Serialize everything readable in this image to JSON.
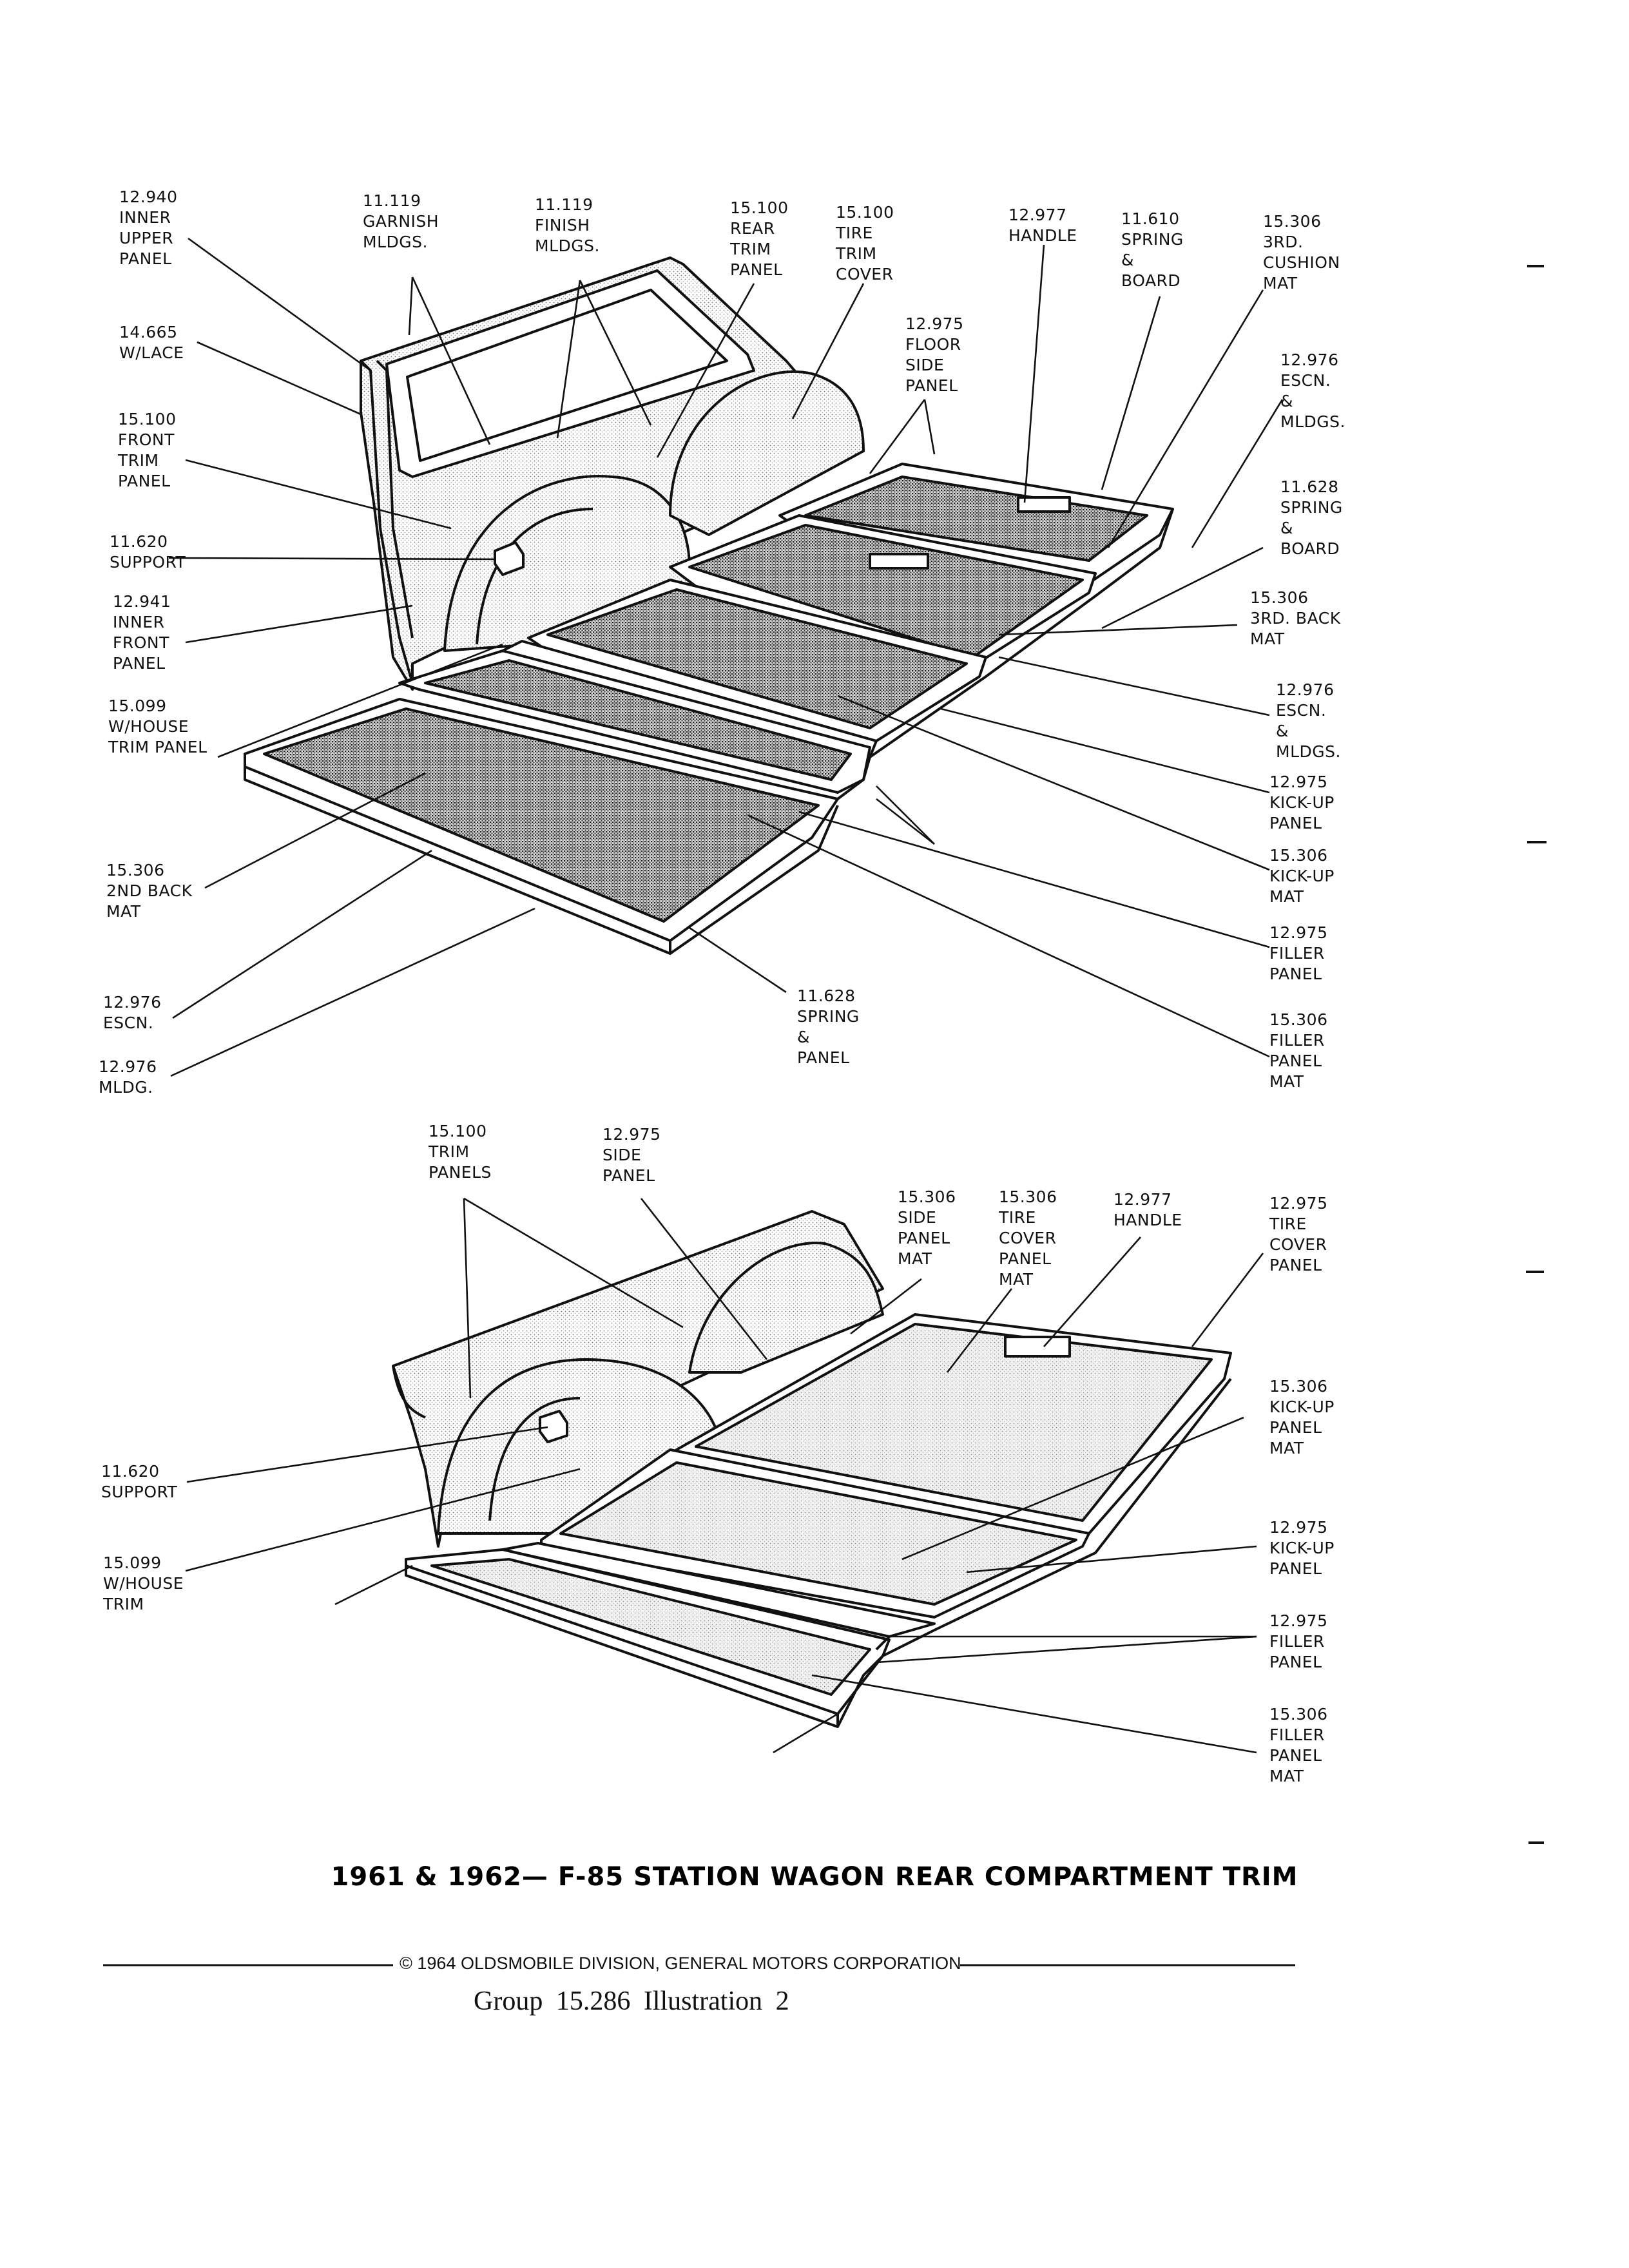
{
  "top_labels": [
    {
      "id": "l1",
      "text": "12.940\nINNER\nUPPER\nPANEL"
    },
    {
      "id": "l2",
      "text": "11.119\nGARNISH\nMLDGS."
    },
    {
      "id": "l3",
      "text": "11.119\nFINISH\nMLDGS."
    },
    {
      "id": "l4",
      "text": "15.100\nREAR\nTRIM\nPANEL"
    },
    {
      "id": "l5",
      "text": "15.100\nTIRE\nTRIM\nCOVER"
    },
    {
      "id": "l6",
      "text": "12.977\nHANDLE"
    },
    {
      "id": "l7",
      "text": "11.610\nSPRING\n&\nBOARD"
    },
    {
      "id": "l8",
      "text": "15.306\n3RD.\nCUSHION\nMAT"
    },
    {
      "id": "l9",
      "text": "14.665\nW/LACE"
    },
    {
      "id": "l10",
      "text": "12.975\nFLOOR\nSIDE\nPANEL"
    },
    {
      "id": "l11",
      "text": "12.976\nESCN.\n&\nMLDGS."
    },
    {
      "id": "l12",
      "text": "15.100\nFRONT\nTRIM\nPANEL"
    },
    {
      "id": "l13",
      "text": "11.628\nSPRING\n&\nBOARD"
    },
    {
      "id": "l14",
      "text": "11.620\nSUPPORT"
    },
    {
      "id": "l15",
      "text": "15.306\n3RD. BACK\nMAT"
    },
    {
      "id": "l16",
      "text": "12.941\nINNER\nFRONT\nPANEL"
    },
    {
      "id": "l17",
      "text": "12.976\nESCN.\n&\nMLDGS."
    },
    {
      "id": "l18",
      "text": "15.099\nW/HOUSE\nTRIM PANEL"
    },
    {
      "id": "l19",
      "text": "12.975\nKICK-UP\nPANEL"
    },
    {
      "id": "l20",
      "text": "15.306\nKICK-UP\nMAT"
    },
    {
      "id": "l21",
      "text": "15.306\n2ND BACK\nMAT"
    },
    {
      "id": "l22",
      "text": "12.975\nFILLER\nPANEL"
    },
    {
      "id": "l23",
      "text": "11.628\nSPRING\n&\nPANEL"
    },
    {
      "id": "l24",
      "text": "15.306\nFILLER\nPANEL\nMAT"
    },
    {
      "id": "l25",
      "text": "12.976\nESCN."
    },
    {
      "id": "l26",
      "text": "12.976\nMLDG."
    }
  ],
  "bottom_labels": [
    {
      "id": "b1",
      "text": "15.100\nTRIM\nPANELS"
    },
    {
      "id": "b2",
      "text": "12.975\nSIDE\nPANEL"
    },
    {
      "id": "b3",
      "text": "15.306\nSIDE\nPANEL\nMAT"
    },
    {
      "id": "b4",
      "text": "15.306\nTIRE\nCOVER\nPANEL\nMAT"
    },
    {
      "id": "b5",
      "text": "12.977\nHANDLE"
    },
    {
      "id": "b6",
      "text": "12.975\nTIRE\nCOVER\nPANEL"
    },
    {
      "id": "b7",
      "text": "15.306\nKICK-UP\nPANEL\nMAT"
    },
    {
      "id": "b8",
      "text": "11.620\nSUPPORT"
    },
    {
      "id": "b9",
      "text": "12.975\nKICK-UP\nPANEL"
    },
    {
      "id": "b10",
      "text": "15.099\nW/HOUSE\nTRIM"
    },
    {
      "id": "b11",
      "text": "12.975\nFILLER\nPANEL"
    },
    {
      "id": "b12",
      "text": "15.306\nFILLER\nPANEL\nMAT"
    }
  ],
  "title": "1961 & 1962— F-85 STATION WAGON REAR COMPARTMENT TRIM",
  "copyright": "© 1964 OLDSMOBILE DIVISION, GENERAL MOTORS CORPORATION",
  "group_line": "Group 15.286   Illustration  2"
}
